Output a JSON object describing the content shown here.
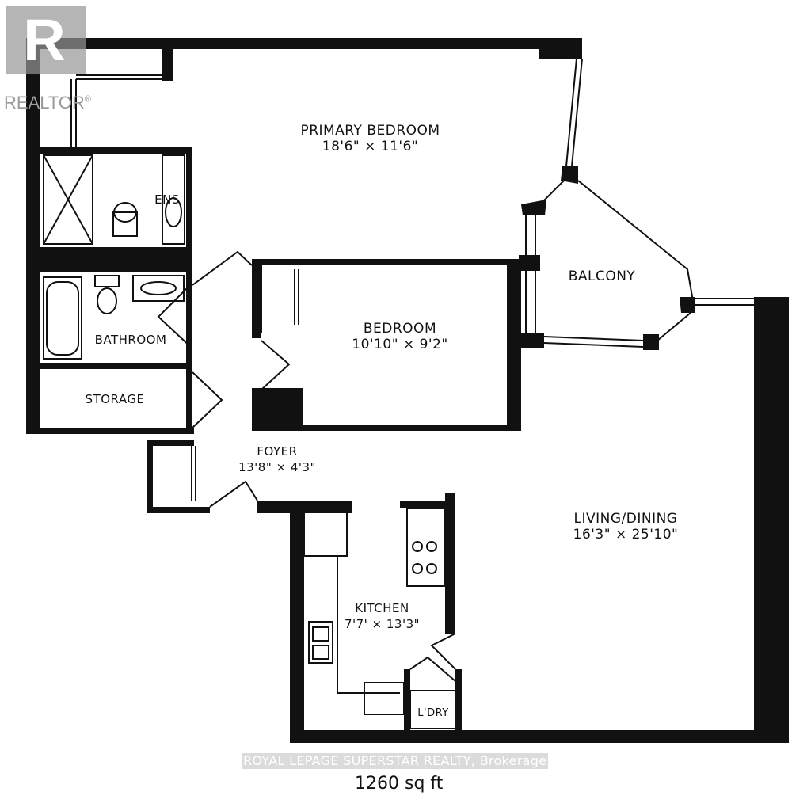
{
  "logo": {
    "brand": "REALTOR",
    "mark": "R"
  },
  "rooms": {
    "primary_bedroom": {
      "name": "PRIMARY BEDROOM",
      "size": "18'6\" × 11'6\""
    },
    "ensuite": {
      "name": "ENS"
    },
    "bathroom": {
      "name": "BATHROOM"
    },
    "storage": {
      "name": "STORAGE"
    },
    "bedroom": {
      "name": "BEDROOM",
      "size": "10'10\" × 9'2\""
    },
    "balcony": {
      "name": "BALCONY"
    },
    "foyer": {
      "name": "FOYER",
      "size": "13'8\" × 4'3\""
    },
    "kitchen": {
      "name": "KITCHEN",
      "size": "7'7' × 13'3\""
    },
    "living_dining": {
      "name": "LIVING/DINING",
      "size": "16'3\" × 25'10\""
    },
    "laundry": {
      "name": "L'DRY"
    }
  },
  "total_area": "1260 sq ft",
  "watermark": "ROYAL LEPAGE SUPERSTAR REALTY, Brokerage",
  "colors": {
    "wall": "#111111",
    "background": "#ffffff",
    "logo": "#999999"
  }
}
